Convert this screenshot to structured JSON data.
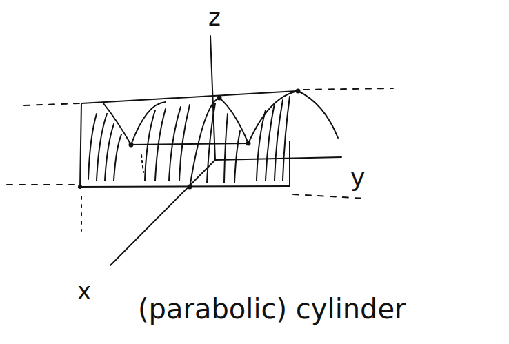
{
  "diagram": {
    "labels": [
      "z",
      "y",
      "x",
      "(parabolic) cylinder"
    ]
  }
}
